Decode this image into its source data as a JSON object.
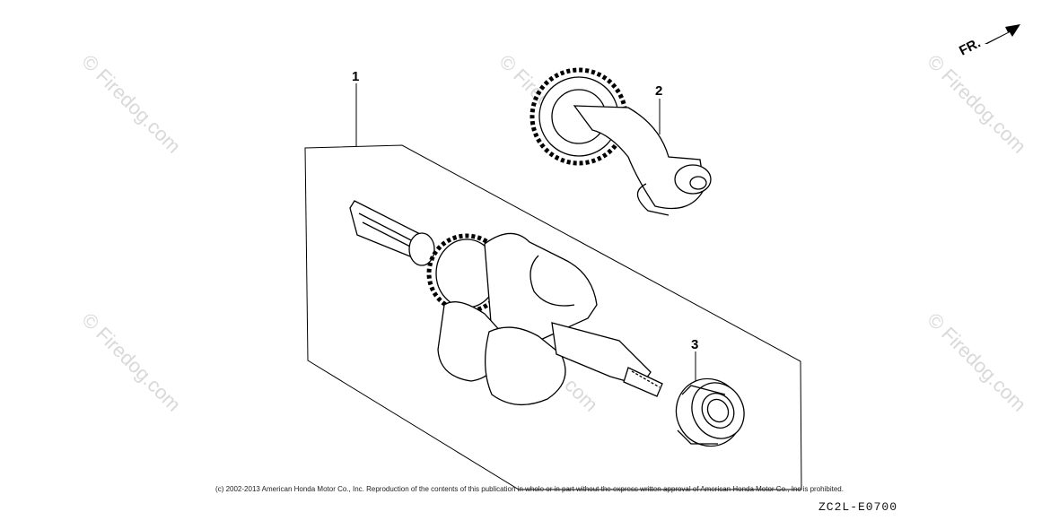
{
  "callouts": {
    "part1": "1",
    "part2": "2",
    "part3": "3"
  },
  "direction_label": "FR.",
  "watermark": "© Firedog.com",
  "copyright": "(c) 2002-2013 American Honda Motor Co., Inc. Reproduction of the contents of this publication in whole or in part without the express written approval of American Honda Motor Co., Inc is prohibited.",
  "diagram_code": "ZC2L-E0700",
  "icons": {
    "direction": "arrow-right-icon"
  }
}
